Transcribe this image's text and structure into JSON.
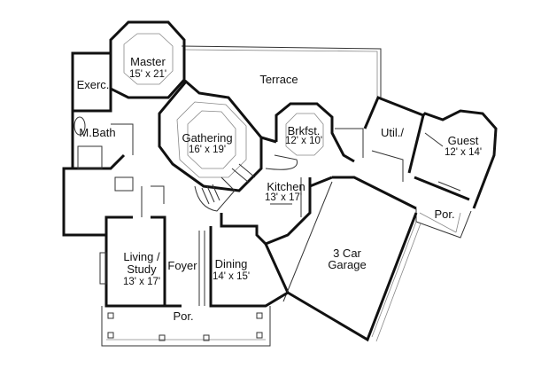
{
  "colors": {
    "wall": "#111111",
    "background": "#ffffff"
  },
  "rooms": {
    "master": {
      "name": "Master",
      "size": "15' x 21'"
    },
    "exercise": {
      "name": "Exerc."
    },
    "master_bath": {
      "name": "M.Bath"
    },
    "terrace": {
      "name": "Terrace"
    },
    "gathering": {
      "name": "Gathering",
      "size": "16' x 19'"
    },
    "breakfast": {
      "name": "Brkfst.",
      "size": "12' x 10'"
    },
    "utility": {
      "name": "Util./"
    },
    "guest": {
      "name": "Guest",
      "size": "12' x 14'"
    },
    "kitchen": {
      "name": "Kitchen",
      "size": "13' x 17'"
    },
    "side_porch": {
      "name": "Por."
    },
    "garage": {
      "name": "3 Car",
      "name2": "Garage"
    },
    "living_study": {
      "name": "Living /",
      "name2": "Study",
      "size": "13' x 17'"
    },
    "foyer": {
      "name": "Foyer"
    },
    "dining": {
      "name": "Dining",
      "size": "14' x 15'"
    },
    "front_porch": {
      "name": "Por."
    }
  }
}
